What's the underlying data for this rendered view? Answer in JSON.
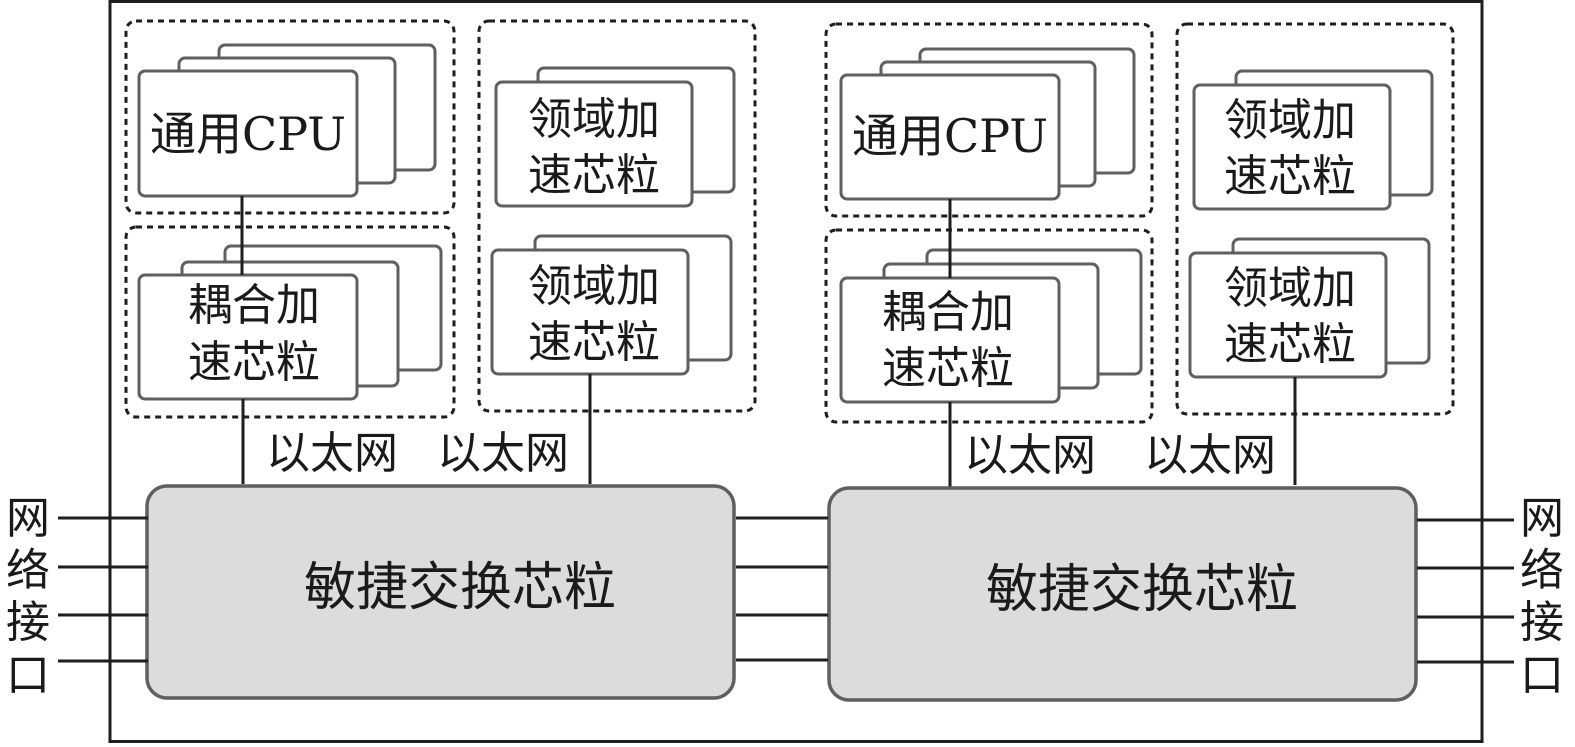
{
  "diagram": {
    "nodes": [
      {
        "side": "left",
        "cpu_label": "通用CPU",
        "coupled_label": [
          "耦合加",
          "速芯粒"
        ],
        "domain_top_label": [
          "领域加",
          "速芯粒"
        ],
        "domain_bottom_label": [
          "领域加",
          "速芯粒"
        ],
        "link_labels": [
          "以太网",
          "以太网"
        ],
        "switch_label": "敏捷交换芯粒"
      },
      {
        "side": "right",
        "cpu_label": "通用CPU",
        "coupled_label": [
          "耦合加",
          "速芯粒"
        ],
        "domain_top_label": [
          "领域加",
          "速芯粒"
        ],
        "domain_bottom_label": [
          "领域加",
          "速芯粒"
        ],
        "link_labels": [
          "以太网",
          "以太网"
        ],
        "switch_label": "敏捷交换芯粒"
      }
    ],
    "network_interface_left": [
      "网",
      "络",
      "接",
      "口"
    ],
    "network_interface_right": [
      "网",
      "络",
      "接",
      "口"
    ],
    "inter_switch_links": 4
  }
}
